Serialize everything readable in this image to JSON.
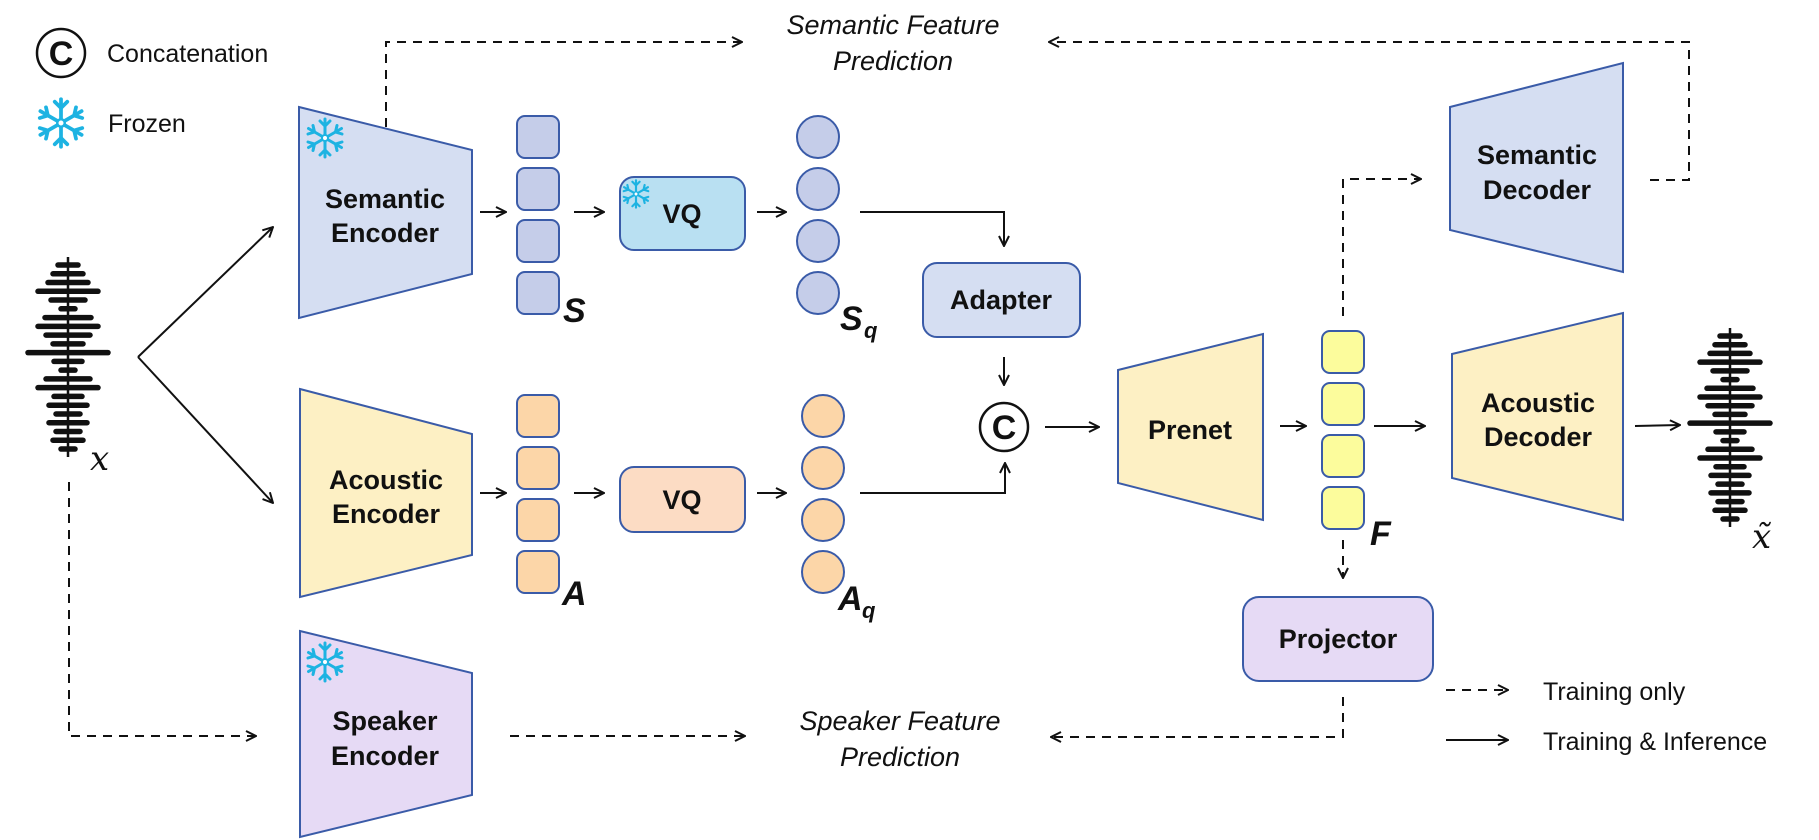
{
  "legend": {
    "concat_symbol": "C",
    "concat_label": "Concatenation",
    "frozen_label": "Frozen",
    "training_only_label": "Training only",
    "training_inference_label": "Training & Inference"
  },
  "signals": {
    "input": "x",
    "output": "x̃"
  },
  "blocks": {
    "semantic_encoder": [
      "Semantic",
      "Encoder"
    ],
    "acoustic_encoder": [
      "Acoustic",
      "Encoder"
    ],
    "speaker_encoder": [
      "Speaker",
      "Encoder"
    ],
    "semantic_vq": "VQ",
    "acoustic_vq": "VQ",
    "adapter": "Adapter",
    "prenet": "Prenet",
    "semantic_decoder": [
      "Semantic",
      "Decoder"
    ],
    "acoustic_decoder": [
      "Acoustic",
      "Decoder"
    ],
    "projector": "Projector"
  },
  "features": {
    "semantic": "S",
    "semantic_quantized": "S",
    "semantic_quantized_sub": "q",
    "acoustic": "A",
    "acoustic_quantized": "A",
    "acoustic_quantized_sub": "q",
    "fused": "F"
  },
  "losses": {
    "semantic_feature_prediction": [
      "Semantic Feature",
      "Prediction"
    ],
    "speaker_feature_prediction": [
      "Speaker Feature",
      "Prediction"
    ]
  },
  "frozen_modules": [
    "semantic_encoder",
    "semantic_vq",
    "speaker_encoder"
  ],
  "colors": {
    "semantic_fill": "#d5def2",
    "acoustic_fill": "#fdf0c4",
    "speaker_fill": "#e6daf5",
    "vq_semantic_fill": "#b9e0f2",
    "vq_acoustic_fill": "#fcdcc4",
    "semantic_token_fill": "#c5cde9",
    "acoustic_token_fill": "#fcd6a8",
    "fused_token_fill": "#fcfc9c",
    "outline": "#3a5ba8",
    "frozen_icon": "#1db3e2"
  }
}
